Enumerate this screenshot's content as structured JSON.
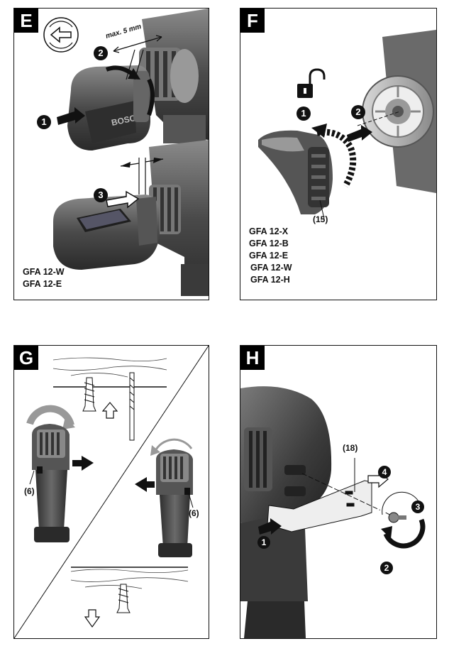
{
  "panels": {
    "e": {
      "letter": "E",
      "max_label": "max. 5 mm",
      "steps": [
        "1",
        "2",
        "3"
      ],
      "models": [
        "GFA 12-W",
        "GFA 12-E"
      ]
    },
    "f": {
      "letter": "F",
      "steps": [
        "1",
        "2"
      ],
      "part_label": "(15)",
      "models": [
        "GFA 12-X",
        "GFA 12-B",
        "GFA 12-E",
        "GFA 12-W",
        "GFA 12-H"
      ]
    },
    "g": {
      "letter": "G",
      "part_label_left": "(6)",
      "part_label_right": "(6)"
    },
    "h": {
      "letter": "H",
      "part_label": "(18)",
      "steps": [
        "1",
        "2",
        "3",
        "4"
      ]
    }
  },
  "colors": {
    "ink": "#111111",
    "tool_dark": "#3c3c3c",
    "tool_mid": "#6e6e6e",
    "tool_light": "#b8b8b8"
  }
}
